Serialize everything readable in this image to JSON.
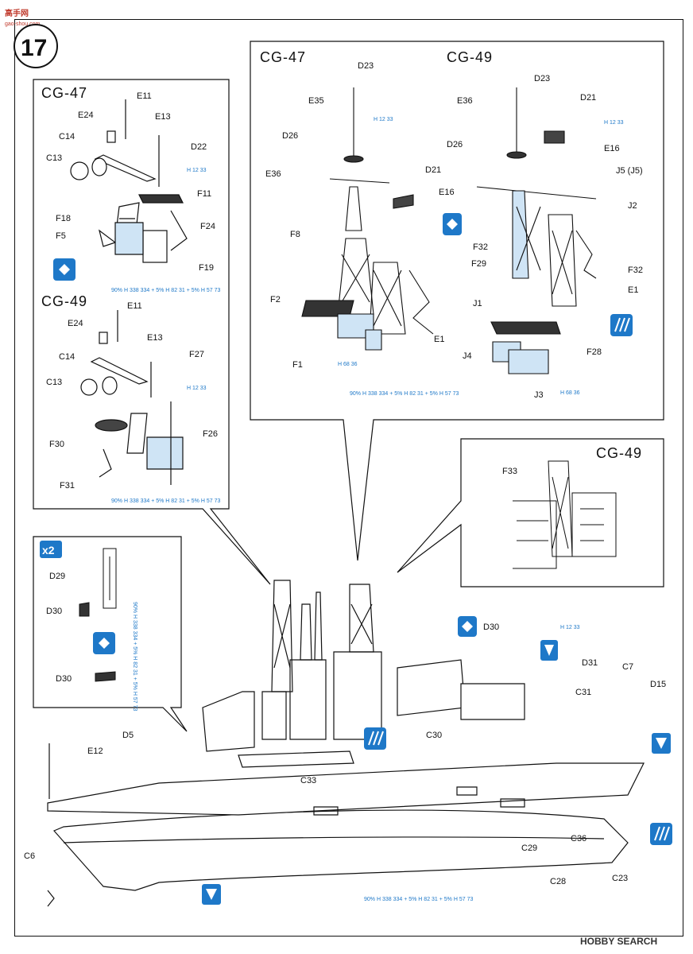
{
  "watermark": {
    "top": "高手网",
    "sub": "gao-shou.com"
  },
  "step_number": "17",
  "panels": {
    "left_top_title": "CG-47",
    "left_bottom_title": "CG-49",
    "center_left_title": "CG-47",
    "center_right_title": "CG-49",
    "inset_title": "CG-49",
    "times_two": "x2"
  },
  "paint_codes": {
    "h12": "H 12 33",
    "h68": "H 68 36",
    "h12_short": "H 12 33",
    "mix": "90% H 338 334 + 5% H 82 31 + 5% H 57 73"
  },
  "labels_left_cg47": [
    "E11",
    "E24",
    "E13",
    "C14",
    "D22",
    "C13",
    "F11",
    "F18",
    "F24",
    "F5",
    "F19"
  ],
  "labels_left_cg49": [
    "E11",
    "E24",
    "E13",
    "F27",
    "C14",
    "C13",
    "F30",
    "F26",
    "F31"
  ],
  "labels_center_cg47": [
    "D23",
    "E35",
    "D26",
    "E36",
    "D21",
    "E16",
    "F8",
    "F2",
    "F1",
    "E1"
  ],
  "labels_center_cg49": [
    "D23",
    "E36",
    "D21",
    "D26",
    "E16",
    "J5 (J5)",
    "J2",
    "F32",
    "F29",
    "F32",
    "E1",
    "J1",
    "J4",
    "F28",
    "J3"
  ],
  "labels_inset": [
    "F33"
  ],
  "labels_x2_panel": [
    "D29",
    "D30",
    "D30"
  ],
  "labels_hull": [
    "E12",
    "D5",
    "C6",
    "C33",
    "C30",
    "D30",
    "D31",
    "C7",
    "D15",
    "C31",
    "C29",
    "C36",
    "C28",
    "C23"
  ],
  "footer": "HOBBY SEARCH"
}
